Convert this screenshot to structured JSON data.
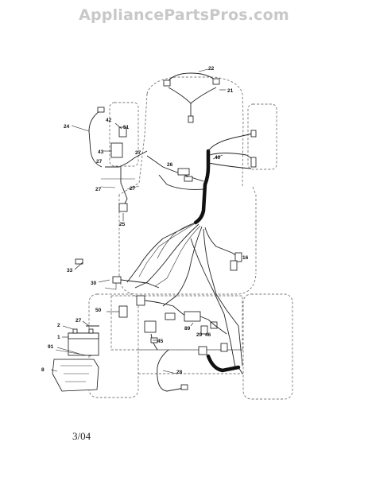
{
  "watermark": "AppliancePartsPros.com",
  "date_code": "3/04",
  "callouts": {
    "c22": "22",
    "c21": "21",
    "c24": "24",
    "c42": "42",
    "c51": "51",
    "c43": "43",
    "c27a": "27",
    "c27b": "27",
    "c27c": "27",
    "c27d": "27",
    "c26": "26",
    "c40": "40",
    "c25": "25",
    "c16": "16",
    "c33": "33",
    "c30": "30",
    "c50": "50",
    "c2": "2",
    "c27e": "27",
    "c1": "1",
    "c91": "91",
    "c8": "8",
    "c45": "45",
    "c89": "89",
    "c29": "29",
    "c46": "46",
    "c28": "28"
  }
}
